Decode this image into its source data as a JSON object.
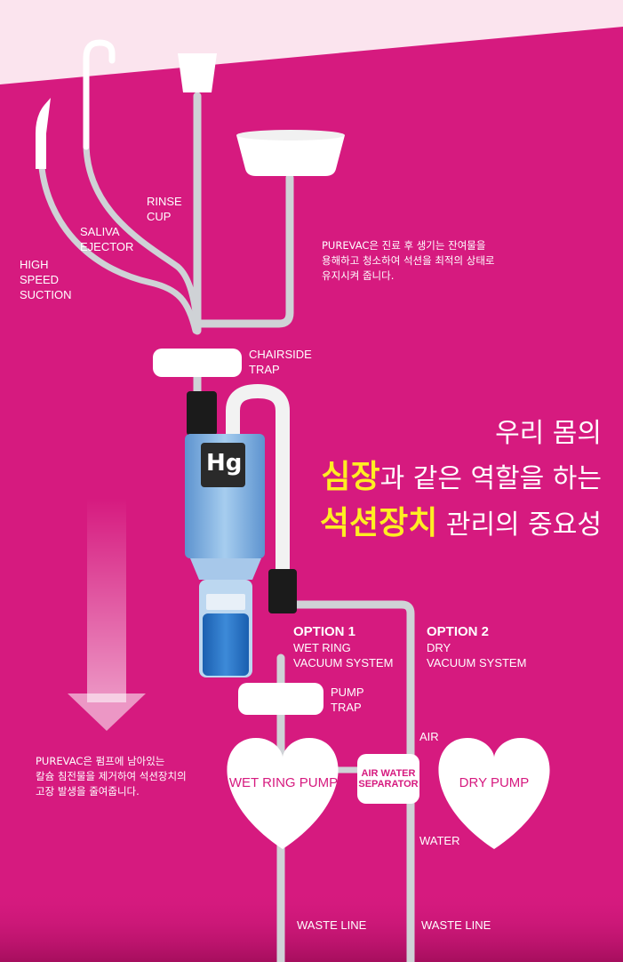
{
  "labels": {
    "rinse_cup": "RINSE\nCUP",
    "saliva_ejector": "SALIVA\nEJECTOR",
    "high_speed_suction": "HIGH\nSPEED\nSUCTION",
    "chairside_trap": "CHAIRSIDE\nTRAP",
    "option1_title": "OPTION 1",
    "option1_sub": "WET RING\nVACUUM SYSTEM",
    "option2_title": "OPTION 2",
    "option2_sub": "DRY\nVACUUM SYSTEM",
    "pump_trap": "PUMP\nTRAP",
    "air": "AIR",
    "water": "WATER",
    "wet_ring_pump": "WET RING PUMP",
    "air_water_separator": "AIR WATER\nSEPARATOR",
    "dry_pump": "DRY PUMP",
    "waste_line_1": "WASTE LINE",
    "waste_line_2": "WASTE LINE",
    "device_logo": "Hg"
  },
  "notes": {
    "top_line1": "PUREVAC은 진료 후 생기는 잔여물을",
    "top_line2": "용해하고 청소하여 석션을 최적의 상태로",
    "top_line3": "유지시켜 줍니다.",
    "bottom_line1": "PUREVAC은 펌프에 남아있는",
    "bottom_line2": "칼슘 침전물을 제거하여 석션장치의",
    "bottom_line3": "고장 발생을 줄여줍니다."
  },
  "headline": {
    "line1": "우리 몸의",
    "line2_accent": "심장",
    "line2_rest": "과 같은 역할을 하는",
    "line3_accent": "석션장치",
    "line3_rest": " 관리의 중요성"
  },
  "colors": {
    "background": "#d61a7f",
    "pipe": "#cfd2d6",
    "fixture": "#ffffff",
    "accent_text": "#ffee22",
    "device_blue": "#7fb0df"
  }
}
